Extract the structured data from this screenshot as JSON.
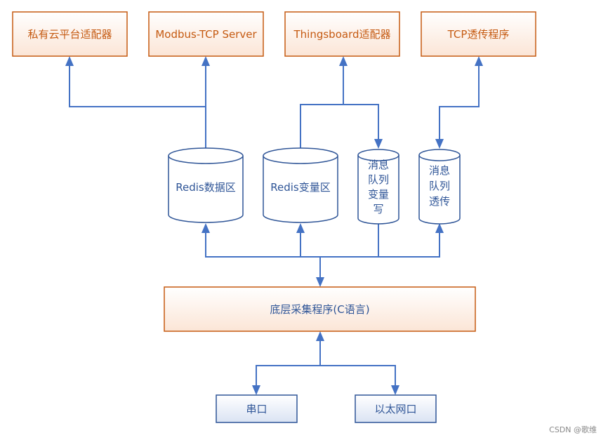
{
  "diagram": {
    "top_boxes": [
      {
        "id": "private-cloud-adapter",
        "label": "私有云平台适配器"
      },
      {
        "id": "modbus-tcp-server",
        "label": "Modbus-TCP Server"
      },
      {
        "id": "thingsboard-adapter",
        "label": "Thingsboard适配器"
      },
      {
        "id": "tcp-transparent-program",
        "label": "TCP透传程序"
      }
    ],
    "storage": [
      {
        "id": "redis-data-area",
        "label": "Redis数据区"
      },
      {
        "id": "redis-variable-area",
        "label": "Redis变量区"
      },
      {
        "id": "mq-variable-write",
        "lines": [
          "消息",
          "队列",
          "变量",
          "写"
        ]
      },
      {
        "id": "mq-transparent",
        "lines": [
          "消息",
          "队列",
          "透传"
        ]
      }
    ],
    "collector": {
      "label": "底层采集程序(C语言)"
    },
    "interfaces": [
      {
        "id": "serial-port",
        "label": "串口"
      },
      {
        "id": "ethernet-port",
        "label": "以太网口"
      }
    ]
  },
  "colors": {
    "box_border_orange": "#c55a11",
    "box_text_orange": "#c55a11",
    "box_border_blue": "#2f5597",
    "text_blue": "#2f5597",
    "arrow_blue": "#4472c4"
  },
  "watermark": "CSDN @歌维"
}
